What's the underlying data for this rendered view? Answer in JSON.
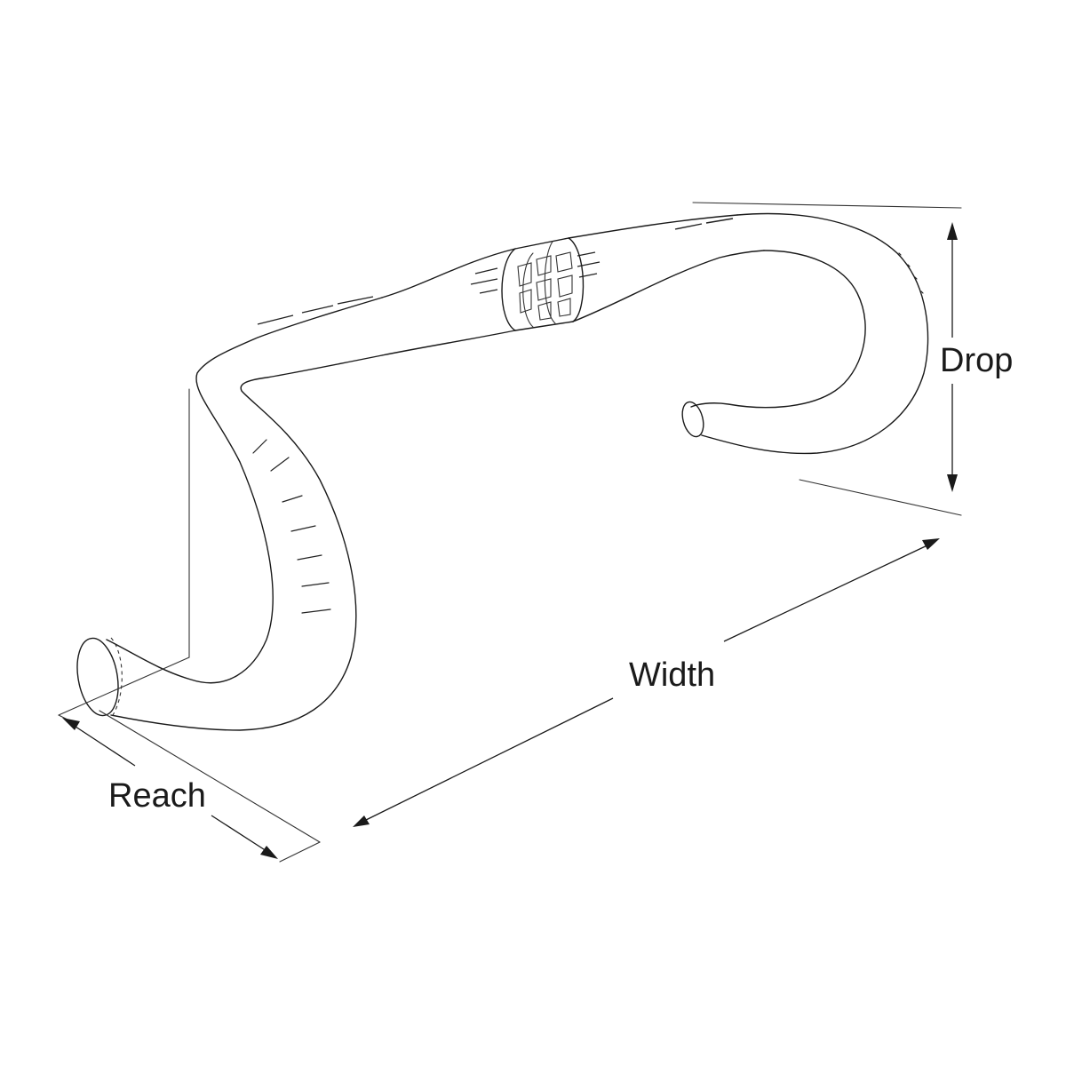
{
  "labels": {
    "drop": "Drop",
    "width": "Width",
    "reach": "Reach"
  },
  "colors": {
    "line": "#1a1a1a",
    "background": "#ffffff"
  }
}
